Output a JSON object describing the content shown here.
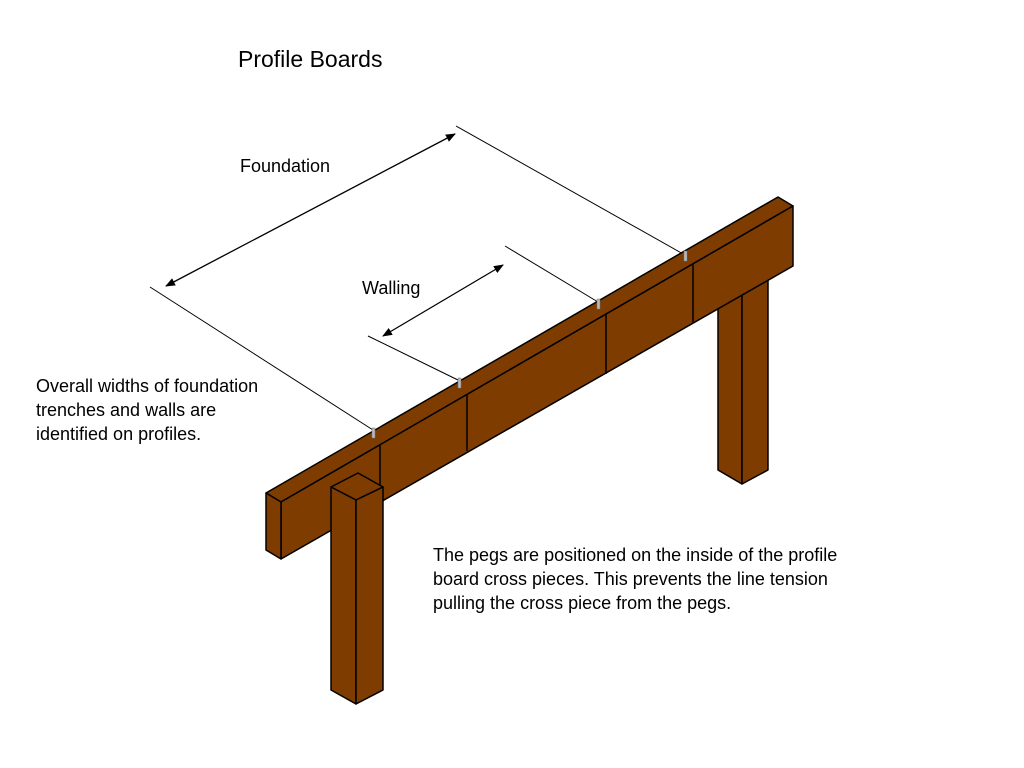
{
  "title": "Profile Boards",
  "labels": {
    "foundation": "Foundation",
    "walling": "Walling"
  },
  "notes": {
    "left": "Overall widths of foundation trenches and walls are identified on profiles.",
    "bottom": "The pegs are positioned on the inside of the profile board cross pieces. This prevents the line tension pulling the cross piece from the pegs."
  },
  "colors": {
    "wood": "#7e3c00",
    "outline": "#000000",
    "nail": "#b8b8b8"
  }
}
